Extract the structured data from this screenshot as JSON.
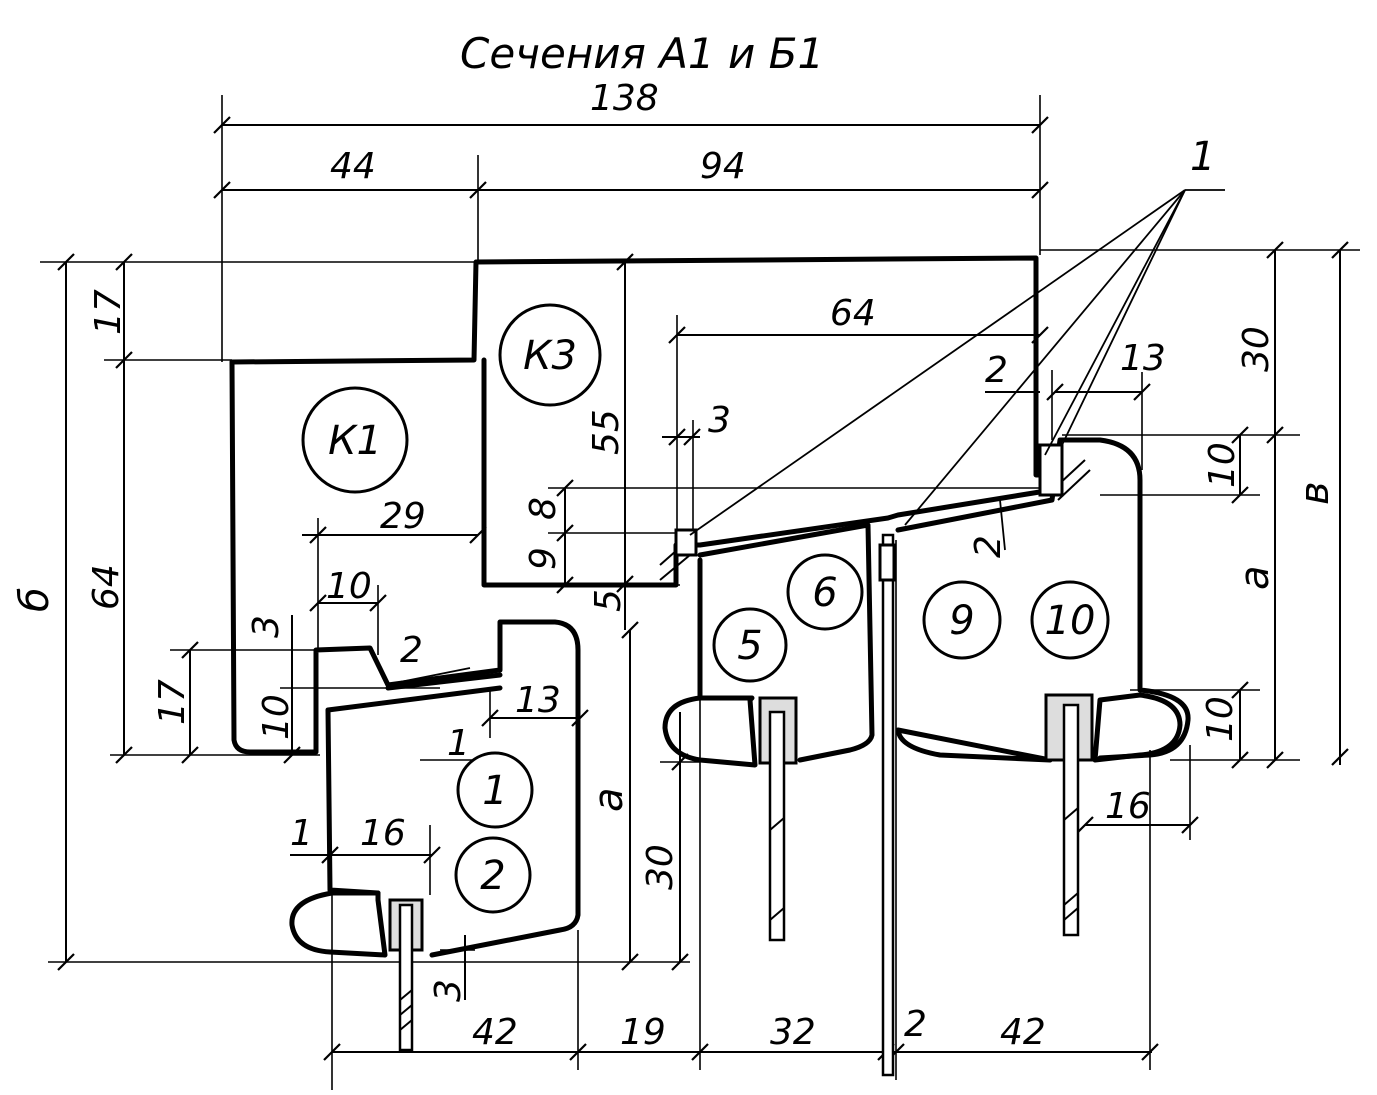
{
  "title": "Сечения А1 и Б1",
  "dimensions": {
    "d138": "138",
    "d44": "44",
    "d94": "94",
    "d64_top": "64",
    "d17_top": "17",
    "d64_left": "64",
    "d17_left": "17",
    "d29": "29",
    "d10_notch": "10",
    "d3_notch": "3",
    "d10_left": "10",
    "d2_notch": "2",
    "d55": "55",
    "d3_glass": "3",
    "d8": "8",
    "d9": "9",
    "d5": "5",
    "d13_mid": "13",
    "d1_mid": "1",
    "d1_bottom": "1",
    "d16_bottom": "16",
    "d3_bottom": "3",
    "d30_mid": "30",
    "d2_right_top": "2",
    "d13_right": "13",
    "d30_right": "30",
    "d10_right_top": "10",
    "d2_right_mid": "2",
    "d10_right_bottom": "10",
    "d16_right": "16",
    "b42_left": "42",
    "b19": "19",
    "b32": "32",
    "b2": "2",
    "b42_right": "42"
  },
  "letters": {
    "b_left": "б",
    "a_mid": "а",
    "a_right": "а",
    "v_right": "в"
  },
  "labels": {
    "K1": "К1",
    "K3": "К3",
    "n1": "1",
    "n2": "2",
    "n5": "5",
    "n6": "6",
    "n9": "9",
    "n10": "10",
    "callout": "1"
  }
}
